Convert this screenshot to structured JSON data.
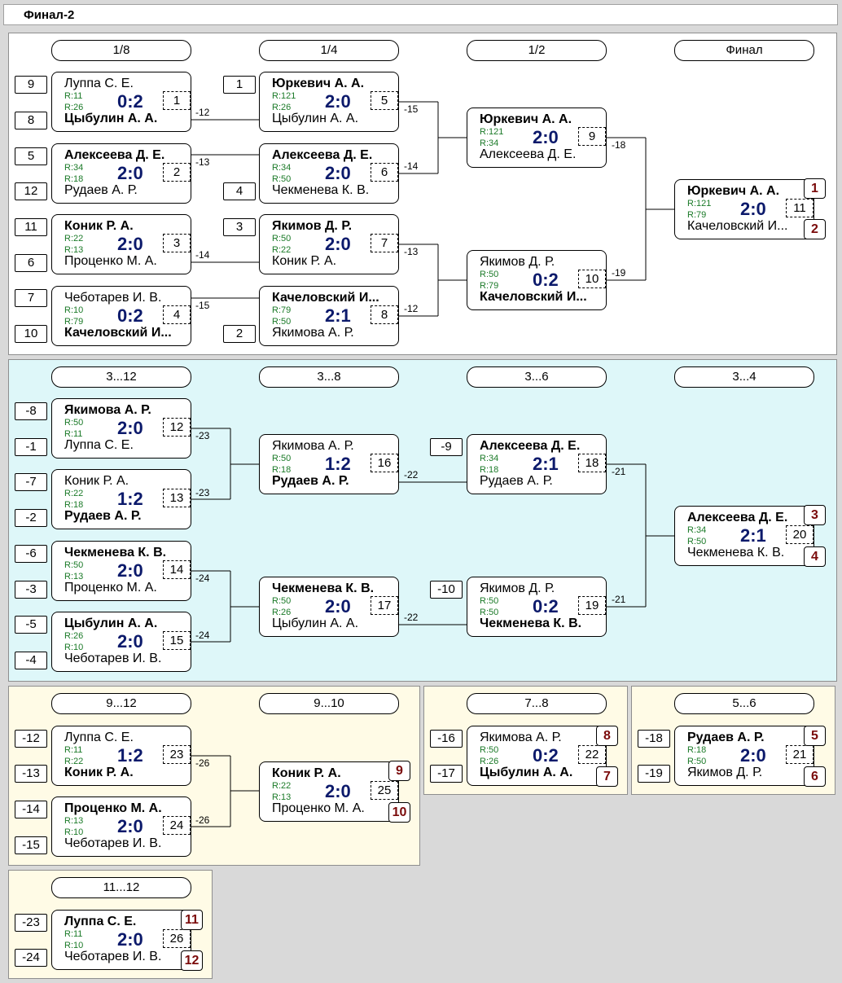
{
  "title": "Финал-2",
  "colors": {
    "main": "#ffffff",
    "consolation": "#def7f9",
    "lower": "#fffbe6"
  },
  "sections": [
    {
      "headers": [
        "1/8",
        "1/4",
        "1/2",
        "Финал"
      ],
      "seeds": [
        "9",
        "8",
        "5",
        "12",
        "11",
        "6",
        "7",
        "10",
        "1",
        "4",
        "3",
        "2"
      ],
      "labels": [
        "-12",
        "-13",
        "-14",
        "-15",
        "-15",
        "-14",
        "-13",
        "-12",
        "-18",
        "-19"
      ],
      "matches": [
        {
          "p1": "Луппа С. Е.",
          "p2": "Цыбулин А. А.",
          "r1": "R:11",
          "r2": "R:26",
          "score": "0:2",
          "num": "1",
          "w": 2
        },
        {
          "p1": "Алексеева Д. Е.",
          "p2": "Рудаев А. Р.",
          "r1": "R:34",
          "r2": "R:18",
          "score": "2:0",
          "num": "2",
          "w": 1
        },
        {
          "p1": "Коник Р. А.",
          "p2": "Проценко М. А.",
          "r1": "R:22",
          "r2": "R:13",
          "score": "2:0",
          "num": "3",
          "w": 1
        },
        {
          "p1": "Чеботарев И. В.",
          "p2": "Качеловский И...",
          "r1": "R:10",
          "r2": "R:79",
          "score": "0:2",
          "num": "4",
          "w": 2
        },
        {
          "p1": "Юркевич А. А.",
          "p2": "Цыбулин А. А.",
          "r1": "R:121",
          "r2": "R:26",
          "score": "2:0",
          "num": "5",
          "w": 1
        },
        {
          "p1": "Алексеева Д. Е.",
          "p2": "Чекменева К. В.",
          "r1": "R:34",
          "r2": "R:50",
          "score": "2:0",
          "num": "6",
          "w": 1
        },
        {
          "p1": "Якимов Д. Р.",
          "p2": "Коник Р. А.",
          "r1": "R:50",
          "r2": "R:22",
          "score": "2:0",
          "num": "7",
          "w": 1
        },
        {
          "p1": "Качеловский И...",
          "p2": "Якимова А. Р.",
          "r1": "R:79",
          "r2": "R:50",
          "score": "2:1",
          "num": "8",
          "w": 1
        },
        {
          "p1": "Юркевич А. А.",
          "p2": "Алексеева Д. Е.",
          "r1": "R:121",
          "r2": "R:34",
          "score": "2:0",
          "num": "9",
          "w": 1
        },
        {
          "p1": "Якимов Д. Р.",
          "p2": "Качеловский И...",
          "r1": "R:50",
          "r2": "R:79",
          "score": "0:2",
          "num": "10",
          "w": 2
        },
        {
          "p1": "Юркевич А. А.",
          "p2": "Качеловский И...",
          "r1": "R:121",
          "r2": "R:79",
          "score": "2:0",
          "num": "11",
          "w": 1
        }
      ],
      "places": [
        "1",
        "2"
      ]
    },
    {
      "headers": [
        "3...12",
        "3...8",
        "3...6",
        "3...4"
      ],
      "seeds": [
        "-8",
        "-1",
        "-7",
        "-2",
        "-6",
        "-3",
        "-5",
        "-4",
        "-9",
        "-10"
      ],
      "labels": [
        "-23",
        "-23",
        "-24",
        "-24",
        "-22",
        "-22",
        "-21",
        "-21"
      ],
      "matches": [
        {
          "p1": "Якимова А. Р.",
          "p2": "Луппа С. Е.",
          "r1": "R:50",
          "r2": "R:11",
          "score": "2:0",
          "num": "12",
          "w": 1
        },
        {
          "p1": "Коник Р. А.",
          "p2": "Рудаев А. Р.",
          "r1": "R:22",
          "r2": "R:18",
          "score": "1:2",
          "num": "13",
          "w": 2
        },
        {
          "p1": "Чекменева К. В.",
          "p2": "Проценко М. А.",
          "r1": "R:50",
          "r2": "R:13",
          "score": "2:0",
          "num": "14",
          "w": 1
        },
        {
          "p1": "Цыбулин А. А.",
          "p2": "Чеботарев И. В.",
          "r1": "R:26",
          "r2": "R:10",
          "score": "2:0",
          "num": "15",
          "w": 1
        },
        {
          "p1": "Якимова А. Р.",
          "p2": "Рудаев А. Р.",
          "r1": "R:50",
          "r2": "R:18",
          "score": "1:2",
          "num": "16",
          "w": 2
        },
        {
          "p1": "Чекменева К. В.",
          "p2": "Цыбулин А. А.",
          "r1": "R:50",
          "r2": "R:26",
          "score": "2:0",
          "num": "17",
          "w": 1
        },
        {
          "p1": "Алексеева Д. Е.",
          "p2": "Рудаев А. Р.",
          "r1": "R:34",
          "r2": "R:18",
          "score": "2:1",
          "num": "18",
          "w": 1
        },
        {
          "p1": "Якимов Д. Р.",
          "p2": "Чекменева К. В.",
          "r1": "R:50",
          "r2": "R:50",
          "score": "0:2",
          "num": "19",
          "w": 2
        },
        {
          "p1": "Алексеева Д. Е.",
          "p2": "Чекменева К. В.",
          "r1": "R:34",
          "r2": "R:50",
          "score": "2:1",
          "num": "20",
          "w": 1
        }
      ],
      "places": [
        "3",
        "4"
      ]
    },
    {
      "headers": [
        "9...12",
        "9...10"
      ],
      "seeds": [
        "-12",
        "-13",
        "-14",
        "-15"
      ],
      "labels": [
        "-26",
        "-26"
      ],
      "matches": [
        {
          "p1": "Луппа С. Е.",
          "p2": "Коник Р. А.",
          "r1": "R:11",
          "r2": "R:22",
          "score": "1:2",
          "num": "23",
          "w": 2
        },
        {
          "p1": "Проценко М. А.",
          "p2": "Чеботарев И. В.",
          "r1": "R:13",
          "r2": "R:10",
          "score": "2:0",
          "num": "24",
          "w": 1
        },
        {
          "p1": "Коник Р. А.",
          "p2": "Проценко М. А.",
          "r1": "R:22",
          "r2": "R:13",
          "score": "2:0",
          "num": "25",
          "w": 1
        }
      ],
      "places": [
        "9",
        "10"
      ]
    },
    {
      "headers": [
        "7...8"
      ],
      "seeds": [
        "-16",
        "-17"
      ],
      "matches": [
        {
          "p1": "Якимова А. Р.",
          "p2": "Цыбулин А. А.",
          "r1": "R:50",
          "r2": "R:26",
          "score": "0:2",
          "num": "22",
          "w": 2
        }
      ],
      "places": [
        "8",
        "7"
      ]
    },
    {
      "headers": [
        "5...6"
      ],
      "seeds": [
        "-18",
        "-19"
      ],
      "matches": [
        {
          "p1": "Рудаев А. Р.",
          "p2": "Якимов Д. Р.",
          "r1": "R:18",
          "r2": "R:50",
          "score": "2:0",
          "num": "21",
          "w": 1
        }
      ],
      "places": [
        "5",
        "6"
      ]
    },
    {
      "headers": [
        "11...12"
      ],
      "seeds": [
        "-23",
        "-24"
      ],
      "matches": [
        {
          "p1": "Луппа С. Е.",
          "p2": "Чеботарев И. В.",
          "r1": "R:11",
          "r2": "R:10",
          "score": "2:0",
          "num": "26",
          "w": 1
        }
      ],
      "places": [
        "11",
        "12"
      ]
    }
  ]
}
